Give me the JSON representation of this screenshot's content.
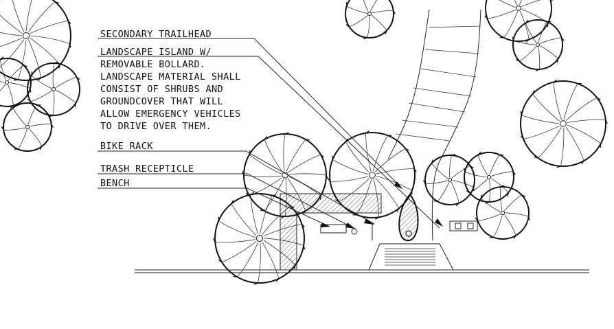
{
  "labels": {
    "secondary_trailhead": "SECONDARY TRAILHEAD",
    "landscape_island_1": "LANDSCAPE ISLAND W/",
    "landscape_island_2": "REMOVABLE BOLLARD.",
    "landscape_island_3": "LANDSCAPE MATERIAL SHALL",
    "landscape_island_4": "CONSIST OF SHRUBS AND",
    "landscape_island_5": "GROUNDCOVER THAT WILL",
    "landscape_island_6": "ALLOW EMERGENCY VEHICLES",
    "landscape_island_7": "TO DRIVE OVER THEM.",
    "bike_rack": "BIKE RACK",
    "trash_receptacle": "TRASH RECEPTICLE",
    "bench": "BENCH"
  },
  "colors": {
    "ink": "#111111",
    "background": "#ffffff",
    "hatch": "#555555"
  }
}
